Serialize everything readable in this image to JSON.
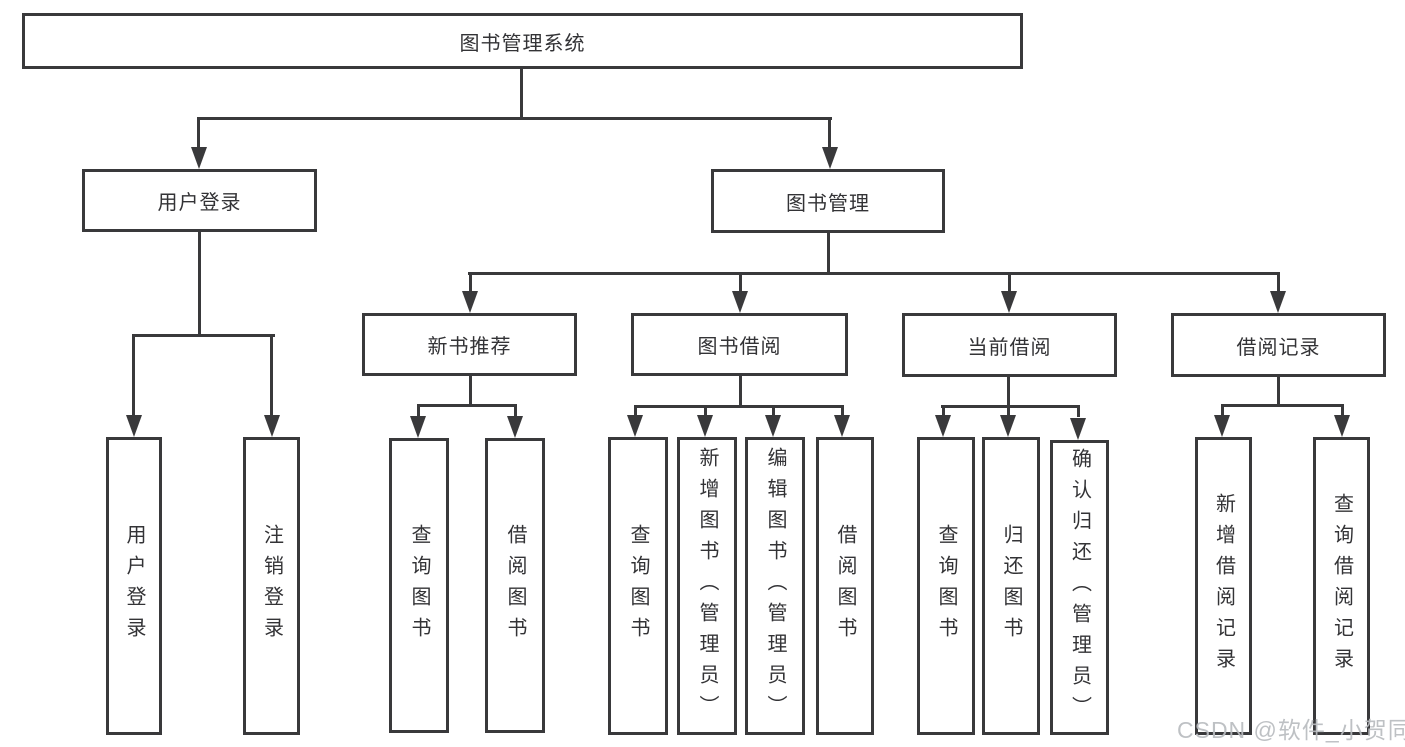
{
  "diagram_type": "hierarchy-tree",
  "colors": {
    "line": "#39393b",
    "box_border": "#39393b",
    "text": "#333336",
    "background": "#ffffff",
    "watermark": "#b9bcc0"
  },
  "tree": {
    "label": "图书管理系统",
    "children": [
      {
        "label": "用户登录",
        "children": [
          {
            "label": "用户登录"
          },
          {
            "label": "注销登录"
          }
        ]
      },
      {
        "label": "图书管理",
        "children": [
          {
            "label": "新书推荐",
            "children": [
              {
                "label": "查询图书"
              },
              {
                "label": "借阅图书"
              }
            ]
          },
          {
            "label": "图书借阅",
            "children": [
              {
                "label": "查询图书"
              },
              {
                "label": "新增图书（管理员）"
              },
              {
                "label": "编辑图书（管理员）"
              },
              {
                "label": "借阅图书"
              }
            ]
          },
          {
            "label": "当前借阅",
            "children": [
              {
                "label": "查询图书"
              },
              {
                "label": "归还图书"
              },
              {
                "label": "确认归还（管理员）"
              }
            ]
          },
          {
            "label": "借阅记录",
            "children": [
              {
                "label": "新增借阅记录"
              },
              {
                "label": "查询借阅记录"
              }
            ]
          }
        ]
      }
    ]
  },
  "watermark": {
    "text": "CSDN @软件_小贺同学"
  }
}
